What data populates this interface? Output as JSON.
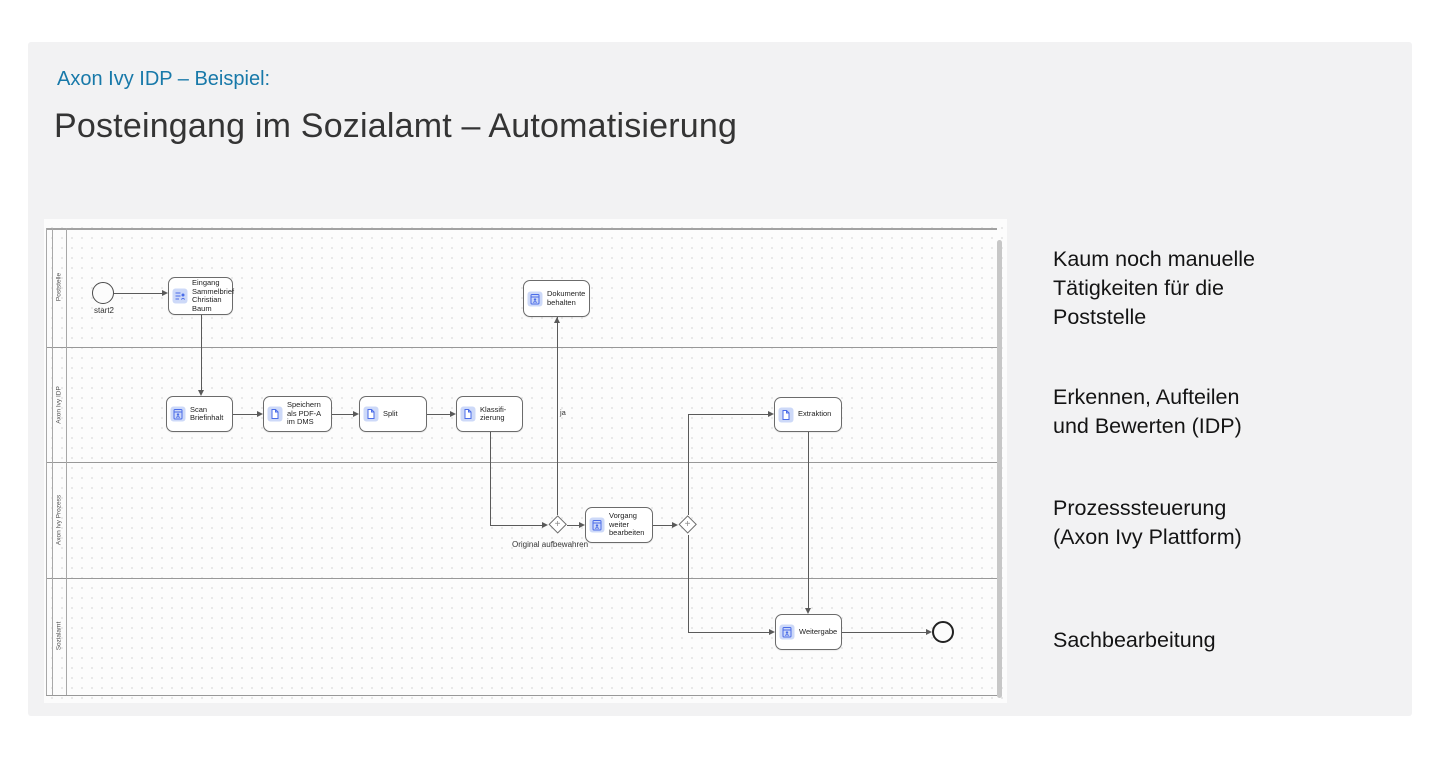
{
  "slide": {
    "kicker": "Axon Ivy IDP – Beispiel:",
    "title": "Posteingang im Sozialamt – Automatisierung",
    "accent_color": "#1879a9",
    "title_color": "#343434"
  },
  "annotations": [
    {
      "lines": [
        "Kaum noch manuelle",
        "Tätigkeiten für die",
        "Poststelle"
      ]
    },
    {
      "lines": [
        "Erkennen, Aufteilen",
        "und Bewerten (IDP)"
      ]
    },
    {
      "lines": [
        "Prozesssteuerung",
        "(Axon Ivy Plattform)"
      ]
    },
    {
      "lines": [
        "Sachbearbeitung"
      ]
    }
  ],
  "diagram": {
    "lanes": [
      {
        "label": "Poststelle"
      },
      {
        "label": "Axon Ivy IDP"
      },
      {
        "label": "Axon Ivy Prozess"
      },
      {
        "label": "Sozialamt"
      }
    ],
    "start_event": {
      "label": "start2"
    },
    "tasks": [
      {
        "id": "eingang",
        "lines": [
          "Eingang",
          "Sammelbrief",
          "Christian",
          "Baum"
        ],
        "icon": "user-dialog-icon"
      },
      {
        "id": "dokumente",
        "lines": [
          "Dokumente",
          "behalten"
        ],
        "icon": "user-task-icon"
      },
      {
        "id": "scan",
        "lines": [
          "Scan",
          "Briefinhalt"
        ],
        "icon": "user-task-icon"
      },
      {
        "id": "speichern",
        "lines": [
          "Speichern",
          "als PDF-A",
          "im DMS"
        ],
        "icon": "script-task-icon"
      },
      {
        "id": "split",
        "lines": [
          "Split"
        ],
        "icon": "script-task-icon"
      },
      {
        "id": "klassifizierung",
        "lines": [
          "Klassifi-",
          "zierung"
        ],
        "icon": "script-task-icon"
      },
      {
        "id": "extraktion",
        "lines": [
          "Extraktion"
        ],
        "icon": "script-task-icon"
      },
      {
        "id": "vorgang",
        "lines": [
          "Vorgang",
          "weiter",
          "bearbeiten"
        ],
        "icon": "user-task-icon"
      },
      {
        "id": "weitergabe",
        "lines": [
          "Weitergabe"
        ],
        "icon": "user-task-icon"
      }
    ],
    "gateways": [
      {
        "id": "gateway-original",
        "symbol": "+"
      },
      {
        "id": "gateway-join",
        "symbol": "+"
      }
    ],
    "edge_labels": [
      {
        "text": "ja"
      },
      {
        "text": "Original aufbewahren"
      }
    ],
    "colors": {
      "task_icon_bg": "#cdd9f8",
      "task_icon_stroke": "#4a6ce8",
      "flow": "#5a5a5a"
    }
  }
}
